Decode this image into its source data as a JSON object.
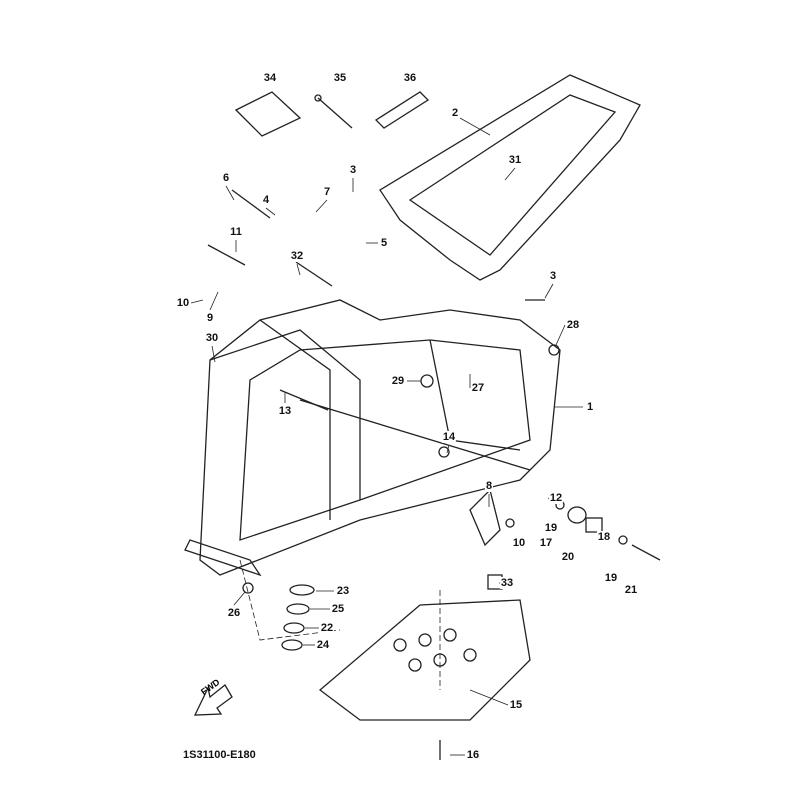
{
  "diagram": {
    "part_code": "1S31100-E180",
    "direction_label": "FWD",
    "callouts": [
      "34",
      "35",
      "36",
      "2",
      "31",
      "3",
      "6",
      "4",
      "7",
      "5",
      "11",
      "32",
      "10",
      "9",
      "30",
      "28",
      "3",
      "29",
      "27",
      "1",
      "13",
      "14",
      "8",
      "12",
      "19",
      "17",
      "10",
      "20",
      "18",
      "19",
      "21",
      "33",
      "23",
      "25",
      "22",
      "24",
      "26",
      "15",
      "16"
    ]
  }
}
